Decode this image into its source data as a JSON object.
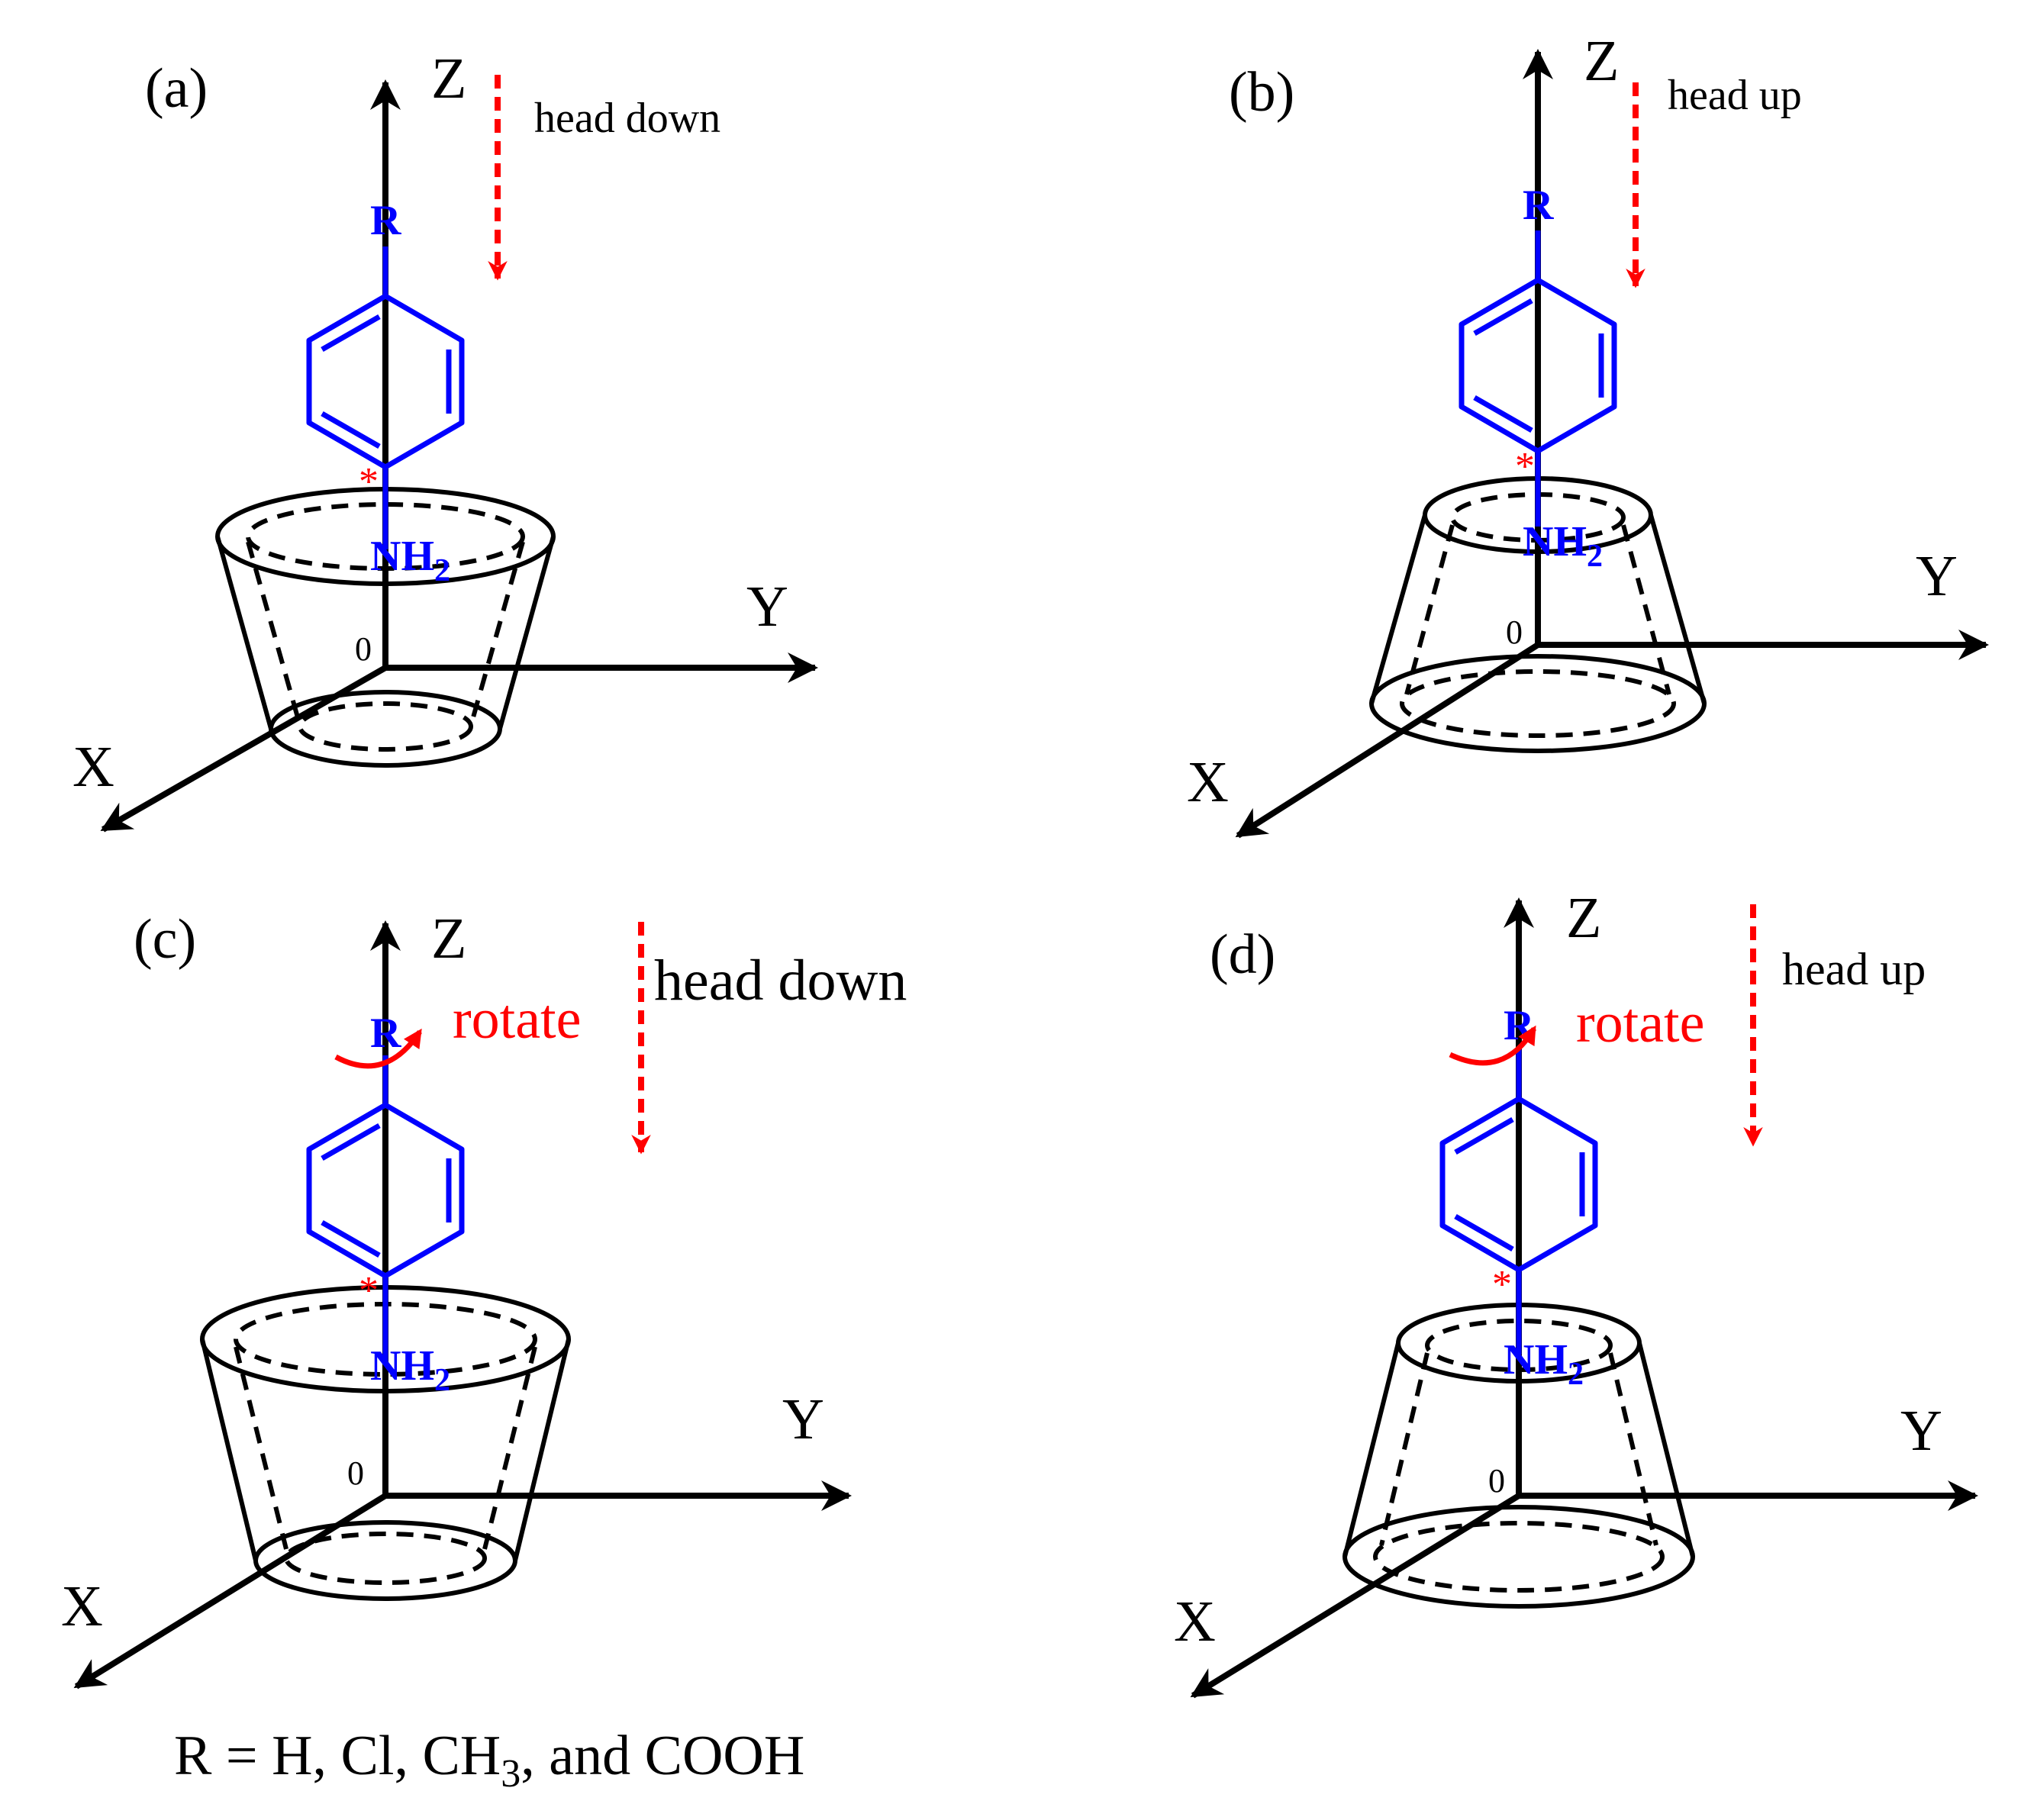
{
  "axes": {
    "x": "X",
    "y": "Y",
    "z": "Z",
    "origin": "0"
  },
  "substituent": "R",
  "amine": {
    "main": "NH",
    "subscript": "2"
  },
  "attachment_mark": "*",
  "rotate_text": "rotate",
  "panels": [
    {
      "id": "a",
      "label": "(a)",
      "mode": "head down",
      "rotate": false,
      "cone": "wide-top"
    },
    {
      "id": "b",
      "label": "(b)",
      "mode": "head up",
      "rotate": false,
      "cone": "wide-bottom"
    },
    {
      "id": "c",
      "label": "(c)",
      "mode": "head down",
      "rotate": true,
      "cone": "wide-top"
    },
    {
      "id": "d",
      "label": "(d)",
      "mode": "head up",
      "rotate": true,
      "cone": "wide-bottom"
    }
  ],
  "caption": {
    "prefix": "R = H, Cl, CH",
    "subscript": "3",
    "suffix": ", and COOH"
  },
  "colors": {
    "molecule": "#0000ff",
    "motion": "#ff0000",
    "frame": "#000000",
    "background": "#ffffff"
  }
}
